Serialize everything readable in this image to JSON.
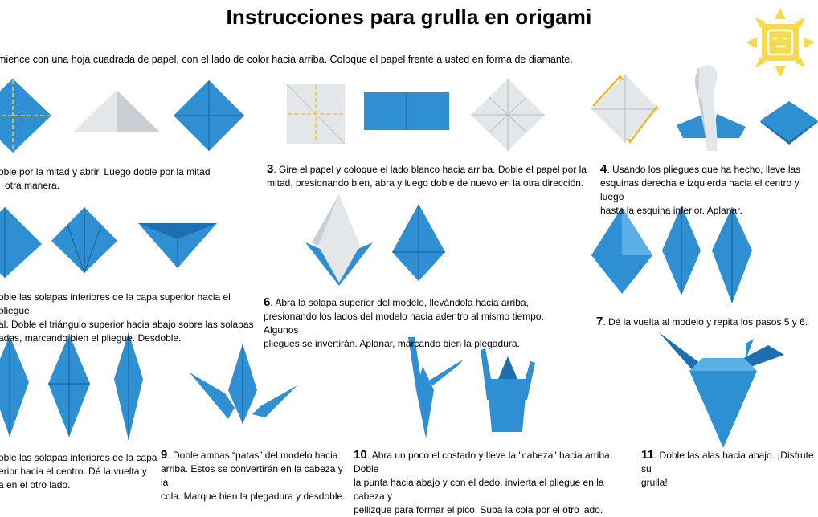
{
  "title": "Instrucciones para grulla en origami",
  "intro": "mience con una hoja cuadrada de papel, con el lado de color hacia arriba. Coloque el papel frente a usted en forma de diamante.",
  "steps": {
    "s2": {
      "lines": [
        "oble por la mitad y abrir. Luego doble por la mitad",
        "otra manera."
      ]
    },
    "s3": {
      "number": "3",
      "lines": [
        ". Gire el papel y coloque el lado blanco hacia arriba. Doble el papel por la",
        "mitad, presionando bien, abra y luego doble de nuevo en la otra dirección."
      ]
    },
    "s4": {
      "number": "4",
      "lines": [
        ". Usando los pliegues que ha hecho, lleve las",
        "esquinas derecha e izquierda hacia el centro y luego",
        "hasta la esquina inferior. Aplanar."
      ]
    },
    "s5": {
      "lines": [
        "oble las solapas inferiores de la capa superior hacia el pliegue",
        "al. Doble el triángulo superior hacia abajo sobre las solapas",
        "adas, marcando bien el pliegue. Desdoble."
      ]
    },
    "s6": {
      "number": "6",
      "lines": [
        ". Abra la solapa superior del modelo, llevándola hacia arriba,",
        "presionando los lados del modelo hacia adentro al mismo tiempo. Algunos",
        "pliegues se invertirán. Aplanar, marcando bien la plegadura."
      ]
    },
    "s7": {
      "number": "7",
      "lines": [
        ". Dé la vuelta al modelo y repita los pasos 5 y 6."
      ]
    },
    "s8": {
      "lines": [
        "oble las solapas inferiores de la capa",
        "erior hacia el centro. Dé la vuelta y",
        "a en el otro lado."
      ]
    },
    "s9": {
      "number": "9",
      "lines": [
        ". Doble ambas “patas” del modelo hacia",
        "arriba. Estos se convertirán en la cabeza y la",
        "cola. Marque bien la plegadura y desdoble."
      ]
    },
    "s10": {
      "number": "10",
      "lines": [
        ". Abra un poco el costado y lleve la \"cabeza\" hacia arriba. Doble",
        "la punta hacia abajo y con el dedo, invierta el pliegue en la cabeza y",
        "pellizque para formar el pico. Suba la cola por el otro lado."
      ]
    },
    "s11": {
      "number": "11",
      "lines": [
        ". Doble las alas hacia abajo. ¡Disfrute su",
        "grulla!"
      ]
    }
  },
  "colors": {
    "paper_blue": "#2f8fd3",
    "paper_white": "#e4e7ea",
    "guide_yellow": "#f2c53d",
    "logo_yellow": "#f7d94c"
  },
  "icons": [
    "sun-logo-icon"
  ]
}
